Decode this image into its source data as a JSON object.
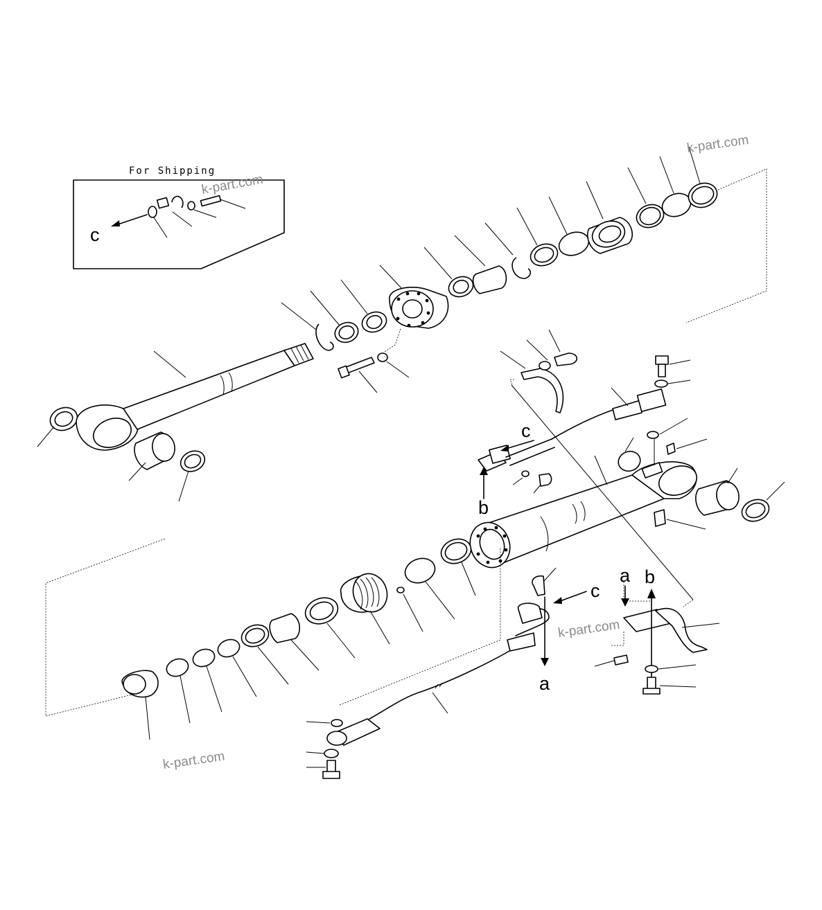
{
  "shipping_box": {
    "title": "For Shipping"
  },
  "refs": {
    "a": "a",
    "b": "b",
    "c": "c"
  },
  "watermark": "k-part.com",
  "colors": {
    "line": "#000000",
    "watermark": "#8a8a8a",
    "background": "#ffffff"
  }
}
